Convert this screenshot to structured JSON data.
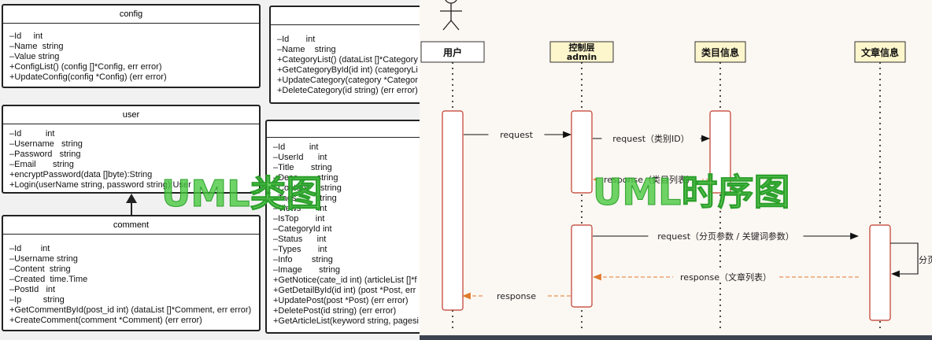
{
  "class_diagram": {
    "classes": [
      {
        "id": "config",
        "name": "config",
        "members": [
          "–Id     int",
          "–Name  string",
          "–Value string",
          "+ConfigList() (config []*Config, err error)",
          "+UpdateConfig(config *Config) (err error)"
        ]
      },
      {
        "id": "category",
        "name": "",
        "members": [
          "–Id       int",
          "–Name    string",
          "+CategoryList() (dataList []*Category",
          "+GetCategoryById(id int) (categoryLi",
          "+UpdateCategory(category *Categor",
          "+DeleteCategory(id string) (err error)"
        ]
      },
      {
        "id": "user",
        "name": "user",
        "members": [
          "–Id          int",
          "–Username   string",
          "–Password   string",
          "–Email       string",
          "+encryptPassword(data []byte):String",
          "+Login(userName string, password string):User"
        ]
      },
      {
        "id": "article",
        "name": "",
        "members": [
          "–Id          int",
          "–UserId      int",
          "–Title       string",
          "–Desc        string",
          "–Content     string",
          "–Tags        string",
          "–Views       int",
          "–IsTop       int",
          "–CategoryId int",
          "–Status      int",
          "–Types       int",
          "–Info        string",
          "–Image       string",
          "+GetNotice(cate_id int) (articleList []*f",
          "+GetDetailById(id int) (post *Post, err",
          "+UpdatePost(post *Post) (err error)",
          "+DeletePost(id string) (err error)",
          "+GetArticleList(keyword string, pagesi"
        ]
      },
      {
        "id": "comment",
        "name": "comment",
        "members": [
          "–Id        int",
          "–Username string",
          "–Content  string",
          "–Created  time.Time",
          "–PostId   int",
          "–Ip         string",
          "+GetCommentById(post_id int) (dataList []*Comment, err error)",
          "+CreateComment(comment *Comment) (err error)"
        ]
      }
    ],
    "watermark": "UML类图"
  },
  "sequence_diagram": {
    "actor_icon": "stick-figure-icon",
    "participants": [
      "用户",
      "控制层\nadmin",
      "类目信息",
      "文章信息"
    ],
    "messages": [
      {
        "text": "request",
        "type": "sync"
      },
      {
        "text": "request（类别ID）",
        "type": "sync"
      },
      {
        "text": "response（类目列表）",
        "type": "return"
      },
      {
        "text": "request（分页参数 / 关键词参数）",
        "type": "sync"
      },
      {
        "text": "分页",
        "type": "self"
      },
      {
        "text": "response（文章列表）",
        "type": "return"
      },
      {
        "text": "response",
        "type": "return"
      }
    ],
    "watermark": "UML时序图"
  },
  "colors": {
    "participant_fill": "#fdf6cc",
    "activation_border": "#c0392b",
    "return_arrow": "#e07a2d",
    "watermark_green": "#2ca02c"
  }
}
